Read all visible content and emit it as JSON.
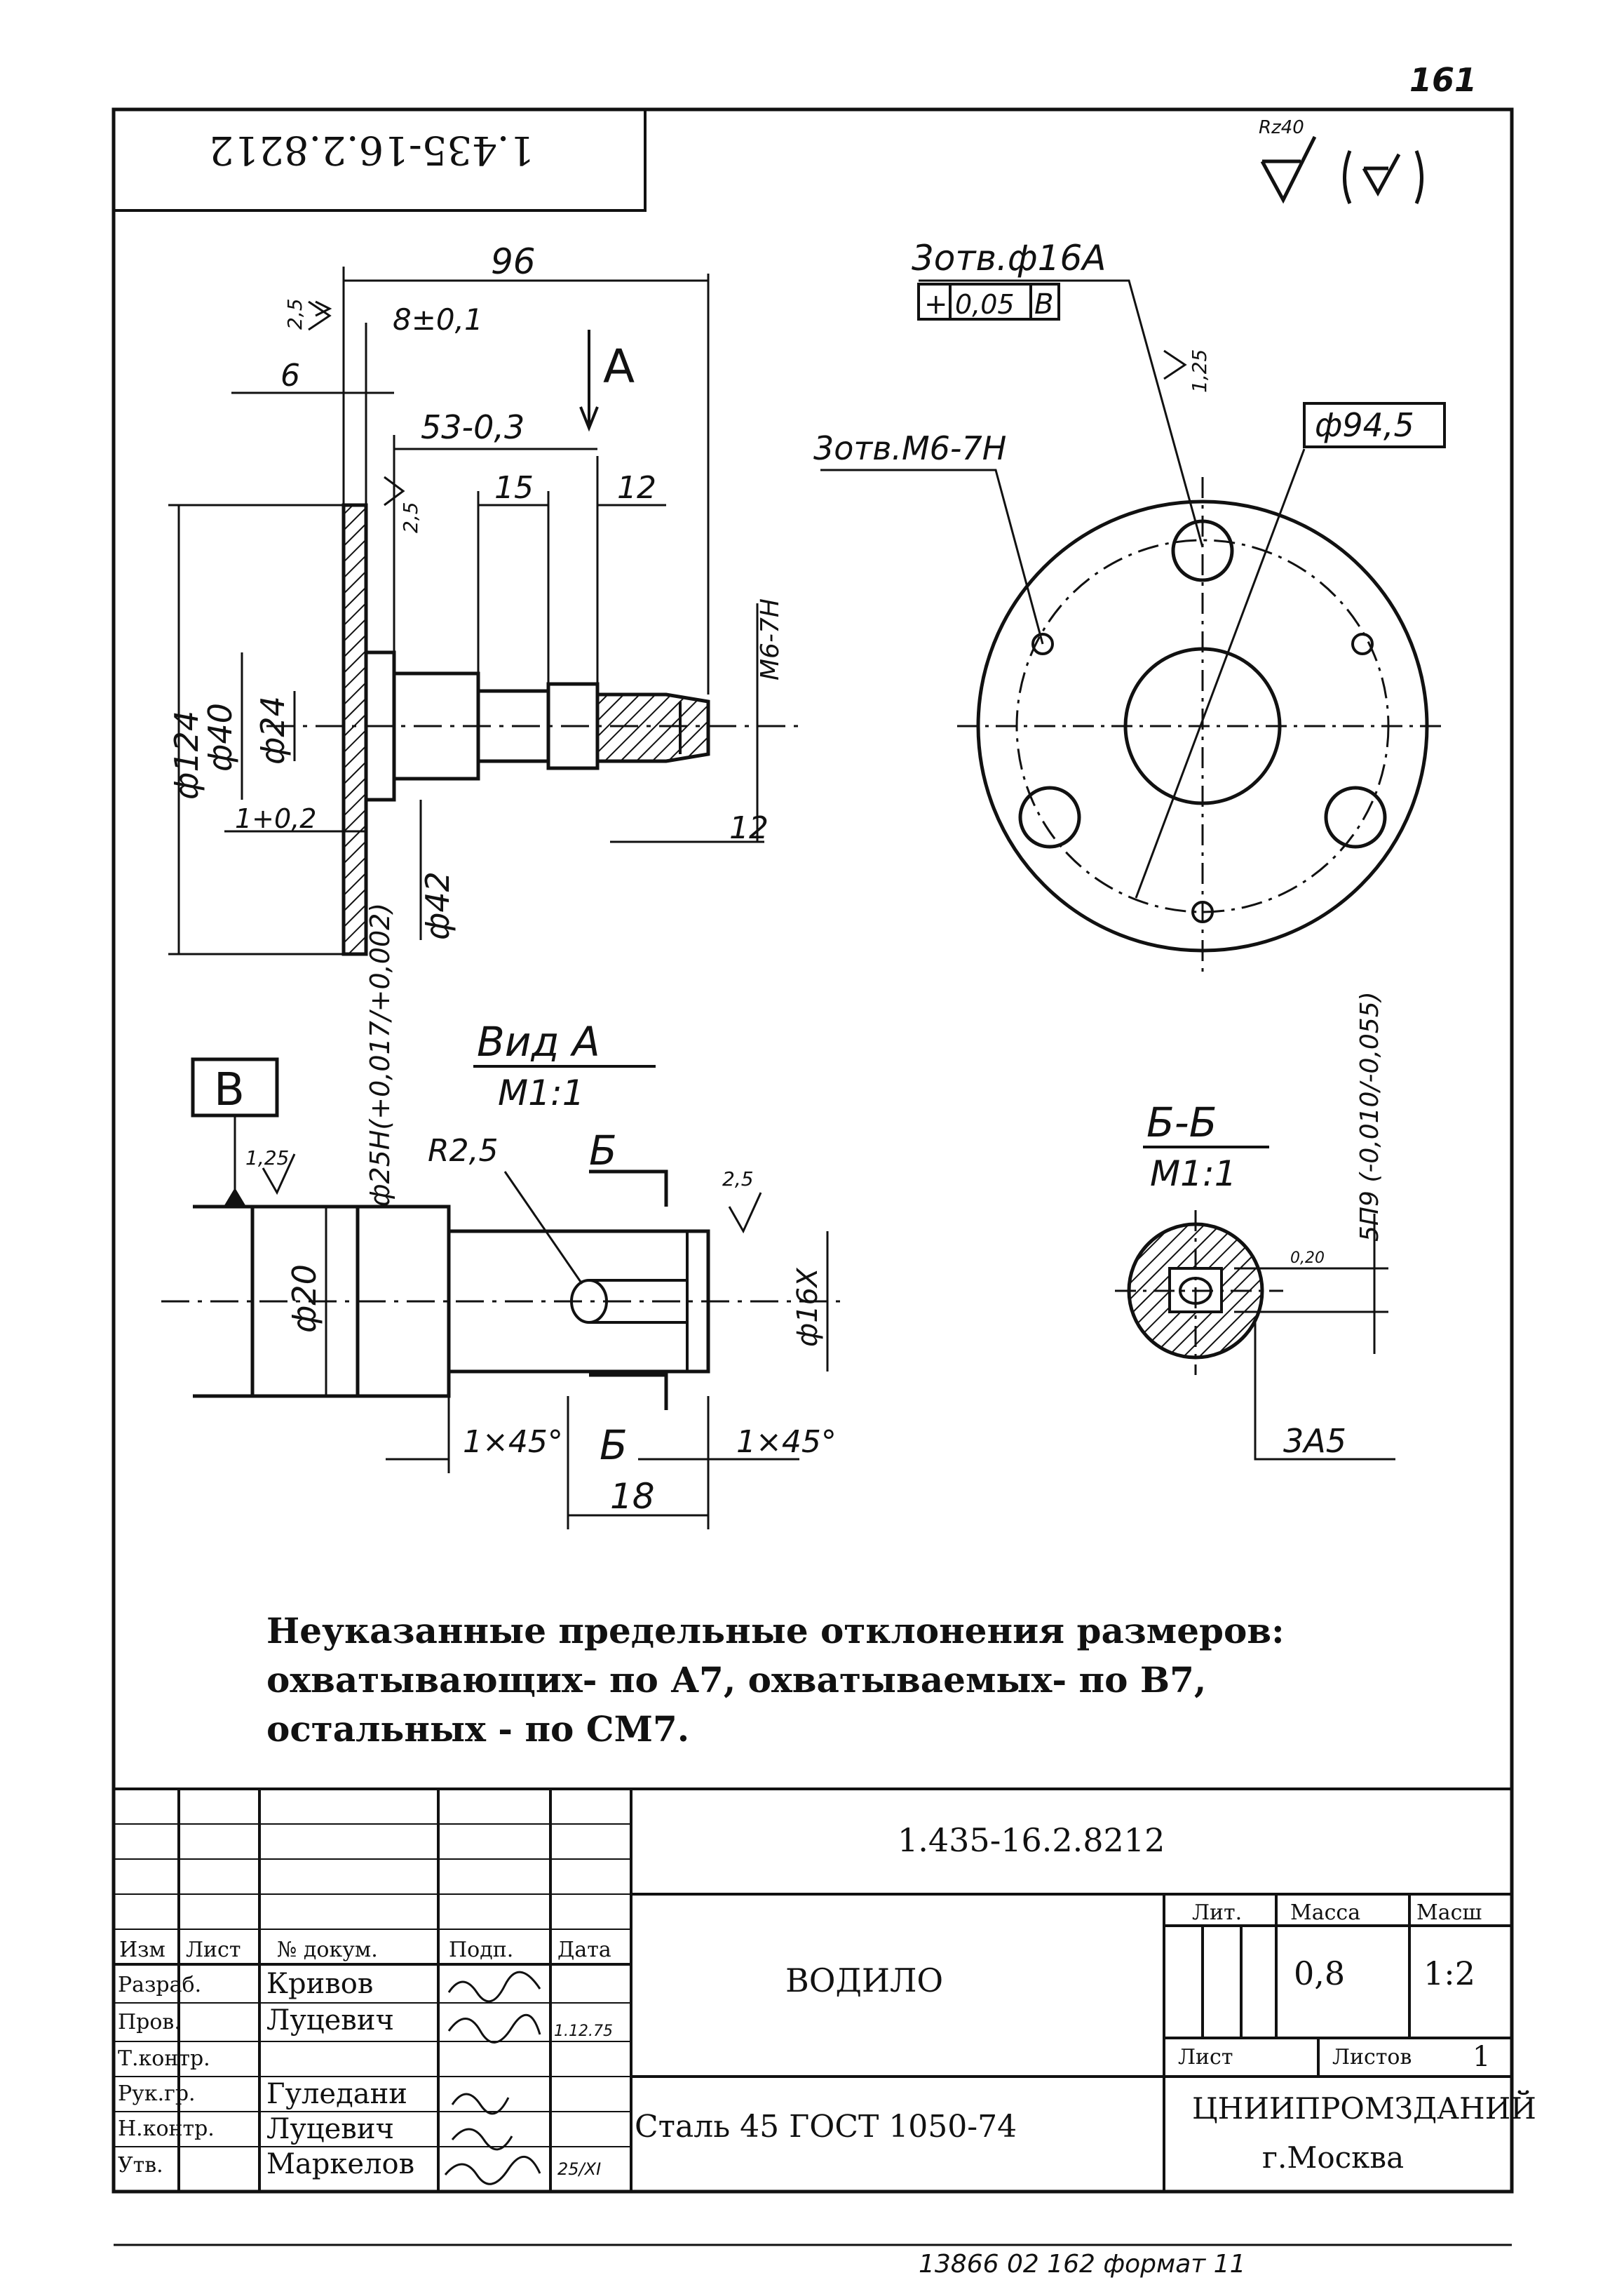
{
  "sheet": {
    "page_number": "161",
    "doc_code_rotated": "1.435-16.2.8212",
    "roughness_general": "Rz40",
    "footer_handwriting": "13866 02 162  формат 11"
  },
  "view_main": {
    "dims": {
      "d96": "96",
      "d8": "8±0,1",
      "d6": "6",
      "d53": "53-0,3",
      "d15": "15",
      "d12a": "12",
      "d12b": "12",
      "phi124": "ф124",
      "phi40": "ф40",
      "phi24": "ф24",
      "phi42": "ф42",
      "d1": "1+0,2",
      "m6": "М6-7Н",
      "rough_25a": "2,5",
      "rough_25b": "2,5"
    },
    "section_arrow": "А"
  },
  "view_a": {
    "holes16": "3отв.ф16А",
    "tolerance_frame": [
      "+",
      "0,05",
      "В"
    ],
    "rough_125": "1,25",
    "holes_m6": "3отв.М6-7Н",
    "phi945": "ф94,5"
  },
  "view_detail": {
    "title": "Вид А",
    "scale": "М1:1",
    "datum": "В",
    "rough": "1,25",
    "phi25": "ф25Н(+0,017/+0,002)",
    "r25": "R2,5",
    "sect_b": "Б",
    "rough2": "2,5",
    "phi20": "ф20",
    "phi16x": "ф16Х",
    "chamfer1": "1×45°",
    "chamfer2": "1×45°",
    "d18": "18"
  },
  "section_bb": {
    "title": "Б-Б",
    "scale": "М1:1",
    "dim": "5П9 (-0,010/-0,055)",
    "rough_small": "0,20",
    "callout": "3А5"
  },
  "notes": {
    "line1": "Неуказанные предельные отклонения размеров:",
    "line2": "охватывающих- по А7, охватываемых- по В7,",
    "line3": "остальных - по СМ7."
  },
  "title_block": {
    "doc_code": "1.435-16.2.8212",
    "name": "ВОДИЛО",
    "material": "Сталь 45  ГОСТ 1050-74",
    "org_line1": "ЦНИИПРОМЗДАНИЙ",
    "org_line2": "г.Москва",
    "col_lit": "Лит.",
    "col_mass": "Масса",
    "col_scale": "Масш",
    "mass": "0,8",
    "scale": "1:2",
    "sheet_label": "Лист",
    "sheets_label": "Листов",
    "sheets_count": "1",
    "hdr_izm": "Изм",
    "hdr_list": "Лист",
    "hdr_doc": "№ докум.",
    "hdr_sign": "Подп.",
    "hdr_date": "Дата",
    "rows": [
      {
        "role": "Разраб.",
        "name": "Кривов",
        "date": ""
      },
      {
        "role": "Пров.",
        "name": "Луцевич",
        "date": "1.12.75"
      },
      {
        "role": "Т.контр.",
        "name": "",
        "date": ""
      },
      {
        "role": "Рук.гр.",
        "name": "Гуледани",
        "date": ""
      },
      {
        "role": "Н.контр.",
        "name": "Луцевич",
        "date": ""
      },
      {
        "role": "Утв.",
        "name": "Маркелов",
        "date": "25/XI"
      }
    ]
  }
}
